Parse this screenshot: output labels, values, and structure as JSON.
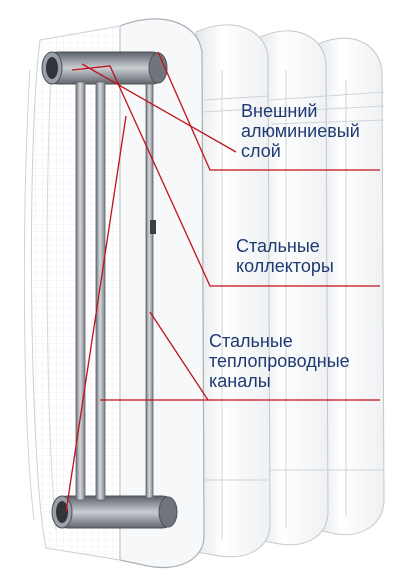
{
  "labels": {
    "outer_layer": [
      "Внешний",
      "алюминиевый",
      "слой"
    ],
    "collectors": [
      "Стальные",
      "коллекторы"
    ],
    "channels": [
      "Стальные",
      "теплопроводные",
      "каналы"
    ]
  },
  "colors": {
    "text": "#1f3a73",
    "leader": "#c0121a",
    "steel": "#8a9096",
    "aluminium": "#f2f3f4",
    "outline": "#b9bec4"
  }
}
